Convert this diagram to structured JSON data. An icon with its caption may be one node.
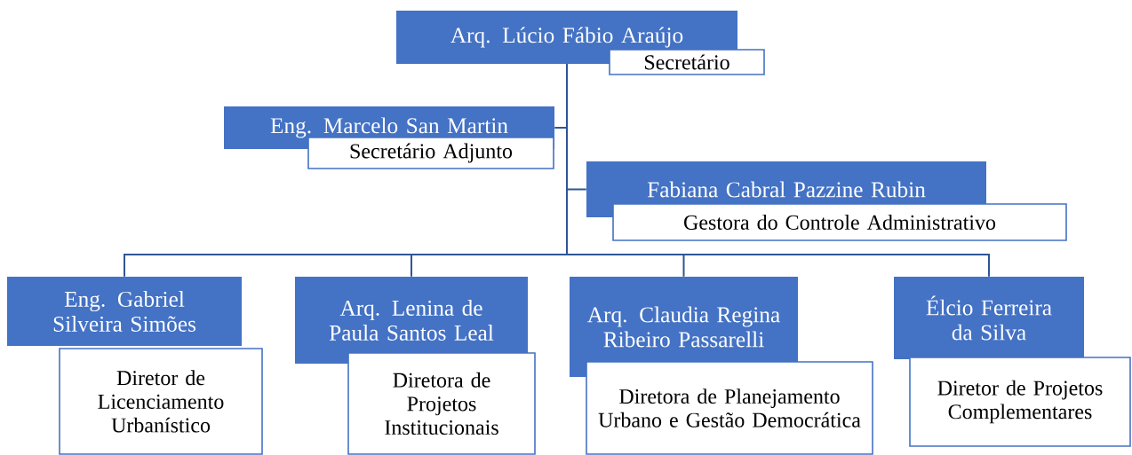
{
  "diagram": {
    "nodes": [
      {
        "text": [
          "Arq. Lúcio Fábio Araújo",
          "Secretário"
        ]
      },
      {
        "text": [
          "Eng. Marcelo San Martin",
          "Secretário Adjunto"
        ]
      },
      {
        "text": [
          "Fabiana Cabral Pazzine Rubin",
          "Gestora do Controle Administrativo"
        ]
      },
      {
        "text": [
          "Eng. Gabriel Silveira Simões",
          "Diretor de Licenciamento Urbanístico"
        ]
      },
      {
        "text": [
          "Arq. Lenina de Paula Santos Leal",
          "Diretora de Projetos Institucionais"
        ]
      },
      {
        "text": [
          "Arq. Claudia Regina Ribeiro Passarelli",
          "Diretora de Planejamento Urbano e Gestão Democrática"
        ]
      },
      {
        "text": [
          "Élcio Ferreira da Silva",
          "Diretor de Projetos Complementares"
        ]
      }
    ],
    "edges": [
      {
        "from": 0,
        "to": 1,
        "arrow": "none"
      },
      {
        "from": 0,
        "to": 2,
        "arrow": "none"
      },
      {
        "from": 0,
        "to": 3,
        "arrow": "none"
      },
      {
        "from": 0,
        "to": 4,
        "arrow": "none"
      },
      {
        "from": 0,
        "to": 5,
        "arrow": "none"
      },
      {
        "from": 0,
        "to": 6,
        "arrow": "none"
      }
    ]
  }
}
